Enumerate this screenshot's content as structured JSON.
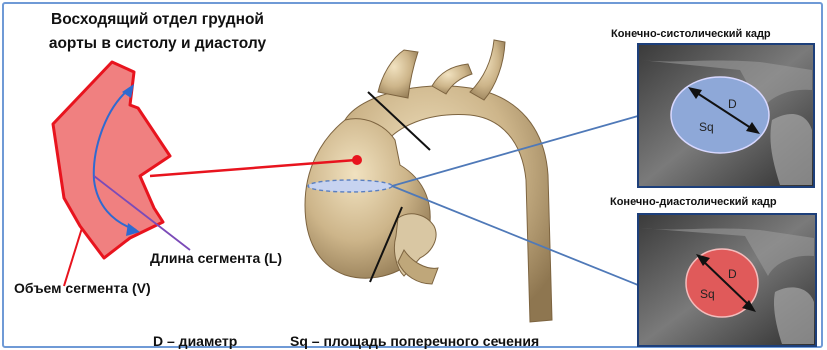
{
  "title": "Восходящий отдел грудной аорты в систолу и диастолу",
  "segment": {
    "length_label": "Длина сегмента (L)",
    "volume_label": "Объем сегмента (V)"
  },
  "systolic_frame": {
    "title": "Конечно-систолический кадр",
    "diameter_mark": "D",
    "area_mark": "Sq"
  },
  "diastolic_frame": {
    "title": "Конечно-диастолический кадр",
    "diameter_mark": "D",
    "area_mark": "Sq"
  },
  "legend": {
    "diameter": "D – диаметр",
    "area": "Sq – площадь поперечного сечения"
  },
  "colors": {
    "segment_fill": "#f08080",
    "segment_stroke": "#e8141e",
    "aorta": "#cdb58a",
    "systolic_lumen": "#8ea8d8",
    "diastolic_lumen": "#e05a5a",
    "connector": "#4f79b8",
    "frame": "#6f9ad6"
  }
}
